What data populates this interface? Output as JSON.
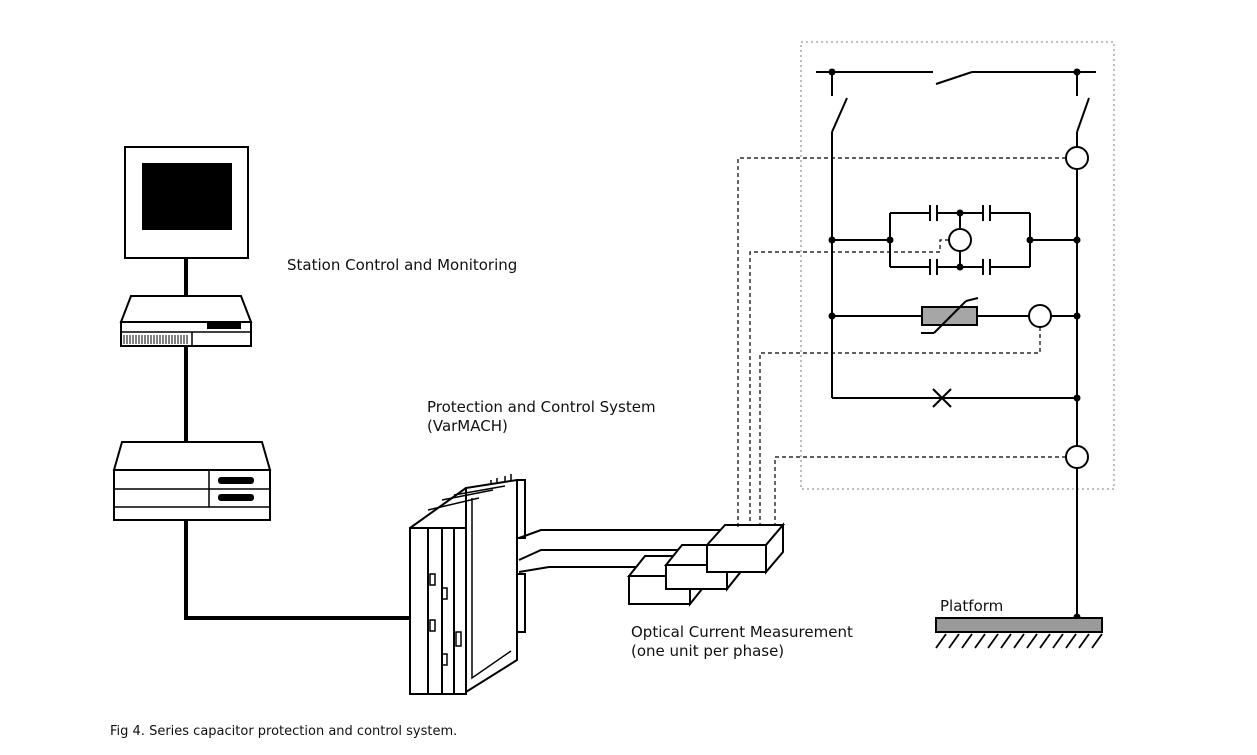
{
  "labels": {
    "station": "Station Control and Monitoring",
    "protection_line1": "Protection and Control System",
    "protection_line2": "(VarMACH)",
    "optical_line1": "Optical Current Measurement",
    "optical_line2": "(one unit per phase)",
    "platform": "Platform"
  },
  "caption": "Fig 4. Series capacitor protection and control system.",
  "colors": {
    "line": "#000000",
    "screen": "#000000",
    "varistor_fill": "#a6a6a6",
    "platform_fill": "#9a9a9a",
    "dotted_box": "#9a9a9a"
  },
  "icons": [
    "monitor-icon",
    "server-icon",
    "control-cabinet-icon",
    "optical-unit-icon"
  ]
}
